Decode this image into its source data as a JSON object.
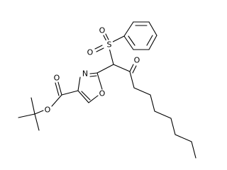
{
  "molecule": {
    "atoms": {
      "sulfur": "S",
      "sulfonyl_oxygen_top": "O",
      "sulfonyl_oxygen_bottom": "O",
      "ketone_oxygen": "O",
      "oxazole_nitrogen": "N",
      "oxazole_oxygen": "O",
      "ester_carbonyl_oxygen": "O",
      "ester_oxygen": "O"
    }
  },
  "colors": {
    "bond": "#000000",
    "text": "#000000",
    "background": "#ffffff"
  }
}
